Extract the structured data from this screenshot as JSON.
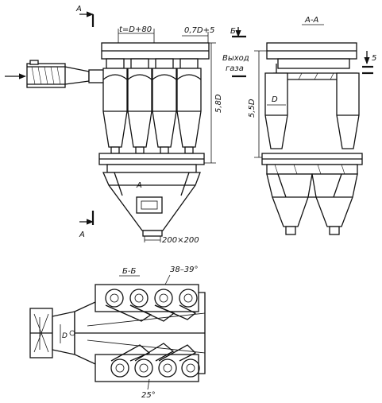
{
  "labels": {
    "section_a_top": "A",
    "section_a_bottom": "A",
    "section_a_mid": "A",
    "pitch": "t=D+80",
    "gap": "0,7D+5",
    "cut_b": "Б",
    "gas_outlet_line1": "Выход",
    "gas_outlet_line2": "газа",
    "height_front": "5,8D",
    "section_aa_title": "А-А",
    "height_side": "5,5D",
    "diameter": "D",
    "side_marker": "5",
    "outlet_size": "200×200",
    "section_bb_title": "Б-Б",
    "angle_top": "38–39°",
    "angle_bottom": "25°"
  }
}
